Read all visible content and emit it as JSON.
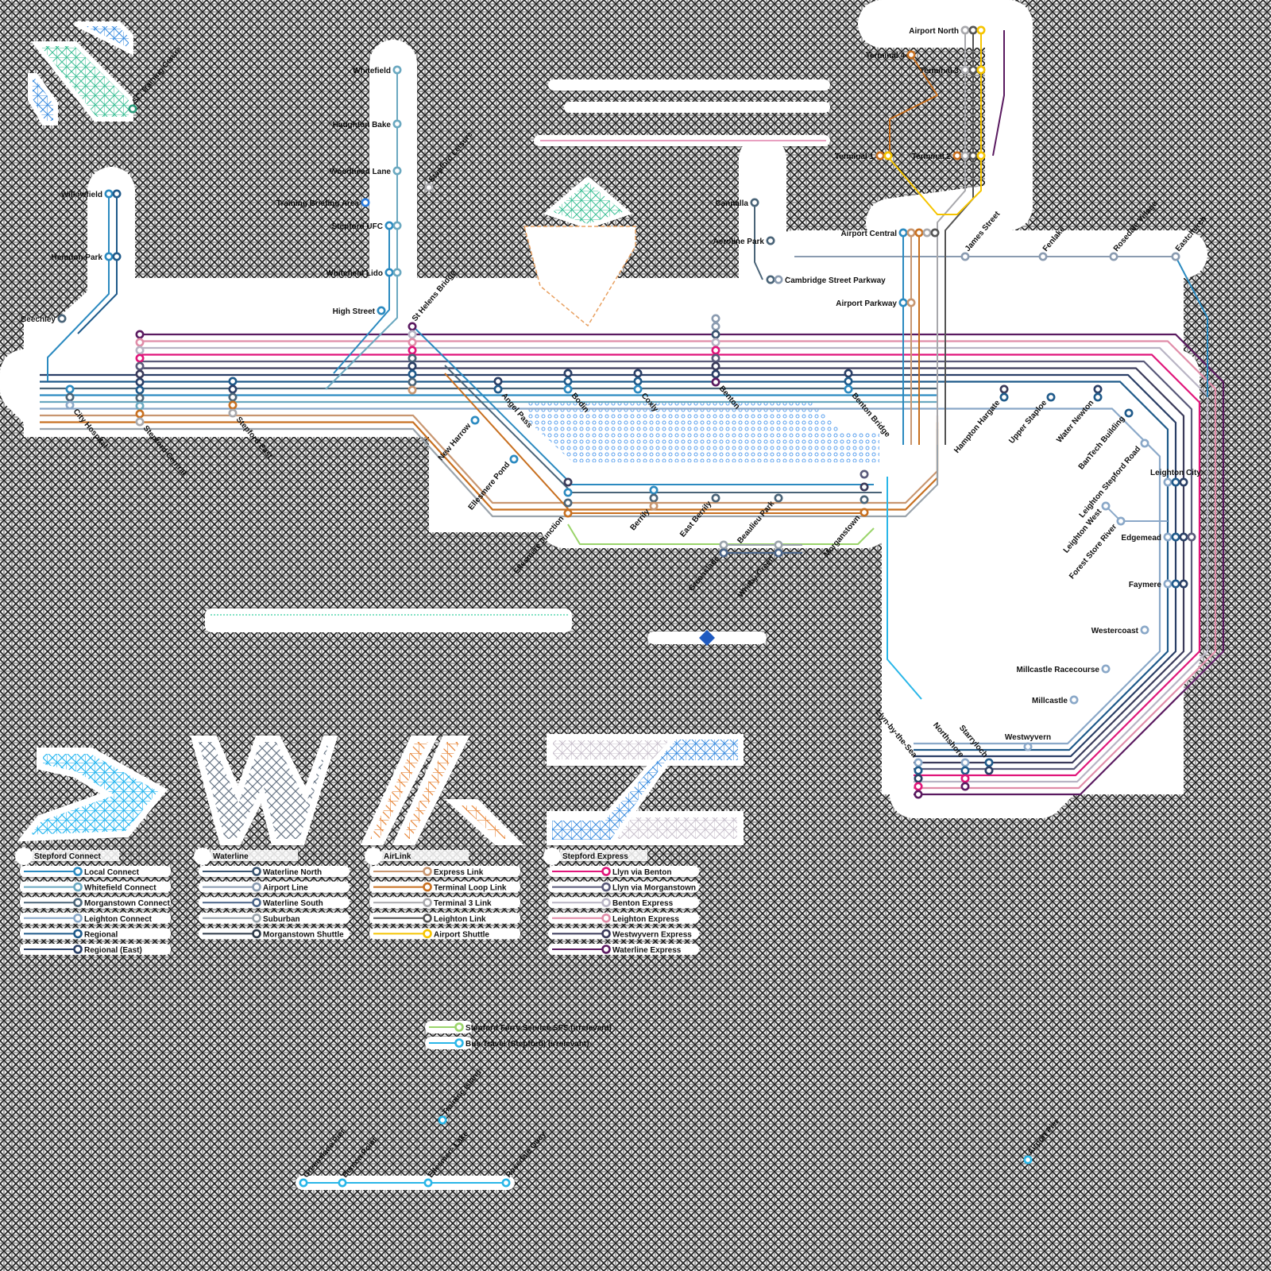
{
  "map": {
    "stations": [
      {
        "name": "Whitefield",
        "colors": [
          "#6aa8c0"
        ]
      },
      {
        "name": "Haughton Bake",
        "colors": [
          "#6aa8c0"
        ]
      },
      {
        "name": "Woodhead Lane",
        "colors": [
          "#6aa8c0"
        ]
      },
      {
        "name": "Training Briefing Area",
        "colors": [
          "#2a7de1"
        ]
      },
      {
        "name": "Stepford UFC",
        "colors": [
          "#2b8ac0",
          "#6aa8c0"
        ]
      },
      {
        "name": "Whitefield Lido",
        "colors": [
          "#2b8ac0",
          "#6aa8c0"
        ]
      },
      {
        "name": "High Street",
        "colors": [
          "#2b8ac0"
        ]
      },
      {
        "name": "Willowfield",
        "colors": [
          "#2b8ac0",
          "#1f5a8a"
        ]
      },
      {
        "name": "Hemdon Park",
        "colors": [
          "#2b8ac0",
          "#1f5a8a"
        ]
      },
      {
        "name": "Beechley",
        "colors": [
          "#4a6478"
        ]
      },
      {
        "name": "City Hospital",
        "colors": [
          "#2b8ac0",
          "#4a6478",
          "#8aa8c8"
        ]
      },
      {
        "name": "Stepford Central",
        "colors": [
          "#5a1a60",
          "#e08ca8",
          "#b8b4c4",
          "#e0157a",
          "#5a5a7a",
          "#3a3a5a",
          "#2a3f66",
          "#1f5a8a",
          "#4a6478",
          "#6aa8c0",
          "#c87020",
          "#a8a8ac"
        ]
      },
      {
        "name": "Stepford East",
        "colors": [
          "#1f5a8a",
          "#2a3f66",
          "#4a6478",
          "#c87020",
          "#a8a8ac"
        ]
      },
      {
        "name": "St Helens Bridge",
        "colors": [
          "#5a1a60",
          "#b8b4c4",
          "#e08ca8",
          "#e0157a",
          "#4a6478",
          "#2a3f66",
          "#1f5a8a",
          "#4a6478",
          "#c89670"
        ]
      },
      {
        "name": "Stepford Leisure",
        "colors": [
          "#a8a8ac"
        ]
      },
      {
        "name": "SC Training Centre",
        "colors": [
          "#2a9a7a"
        ]
      },
      {
        "name": "New Harrow",
        "colors": [
          "#2b8ac0"
        ]
      },
      {
        "name": "Angel Pass",
        "colors": [
          "#2a3f66",
          "#1f5a8a"
        ]
      },
      {
        "name": "Bodin",
        "colors": [
          "#2a3f66",
          "#1f5a8a",
          "#2b8ac0"
        ]
      },
      {
        "name": "Coxly",
        "colors": [
          "#2a3f66",
          "#1f5a8a",
          "#2b8ac0"
        ]
      },
      {
        "name": "Benton",
        "colors": [
          "#8a9bb0",
          "#8a9bb0",
          "#3a5470",
          "#b8b4c4",
          "#e0157a",
          "#5a5a7a",
          "#3a3a5a",
          "#2a3f66",
          "#5a1a60"
        ]
      },
      {
        "name": "Benton Bridge",
        "colors": [
          "#2a3f66",
          "#1f5a8a",
          "#2b8ac0"
        ]
      },
      {
        "name": "Ellesmere Pond",
        "colors": [
          "#2b8ac0"
        ]
      },
      {
        "name": "Ellesmere Junction",
        "colors": [
          "#3a3a5a",
          "#2b8ac0",
          "#4a6478",
          "#c87020"
        ]
      },
      {
        "name": "Berrily",
        "colors": [
          "#2b8ac0",
          "#4a6478",
          "#c89670"
        ]
      },
      {
        "name": "East Berrily",
        "colors": [
          "#4a6478"
        ]
      },
      {
        "name": "Beaulieu Park",
        "colors": [
          "#4a6478"
        ]
      },
      {
        "name": "Morganstown",
        "colors": [
          "#5a5a7a",
          "#3a3a5a",
          "#4a6478",
          "#c87020"
        ]
      },
      {
        "name": "Greenslade",
        "colors": [
          "#9aa3ab",
          "#4a6488"
        ]
      },
      {
        "name": "Whitby Green",
        "colors": [
          "#9aa3ab",
          "#4a6488"
        ]
      },
      {
        "name": "Cannalla",
        "colors": [
          "#4a6478"
        ]
      },
      {
        "name": "Aeroline Park",
        "colors": [
          "#4a6478"
        ]
      },
      {
        "name": "Cambridge Street Parkway",
        "colors": [
          "#4a6478",
          "#8a9bb0"
        ]
      },
      {
        "name": "Airport Central",
        "colors": [
          "#2b8ac0",
          "#c89670",
          "#c87020",
          "#a8a8ac",
          "#555555"
        ]
      },
      {
        "name": "Airport Parkway",
        "colors": [
          "#2b8ac0",
          "#c89670"
        ]
      },
      {
        "name": "Airport North",
        "colors": [
          "#a8a8ac",
          "#555555",
          "#f5c400"
        ]
      },
      {
        "name": "Terminal 4",
        "colors": [
          "#c87020"
        ]
      },
      {
        "name": "Terminal 3",
        "colors": [
          "#a8a8ac",
          "#555555",
          "#f5c400"
        ]
      },
      {
        "name": "Terminal 1",
        "colors": [
          "#c87020",
          "#f5c400"
        ]
      },
      {
        "name": "Terminal 2",
        "colors": [
          "#c87020",
          "#a8a8ac",
          "#555555",
          "#f5c400"
        ]
      },
      {
        "name": "James Street",
        "colors": [
          "#8a9bb0"
        ]
      },
      {
        "name": "Fenlake",
        "colors": [
          "#8a9bb0"
        ]
      },
      {
        "name": "Rosedale Village",
        "colors": [
          "#8a9bb0"
        ]
      },
      {
        "name": "Eastchurch",
        "colors": [
          "#8a9bb0"
        ]
      },
      {
        "name": "Hampton Hargate",
        "colors": [
          "#3a3a5a",
          "#1f5a8a"
        ]
      },
      {
        "name": "Upper Staploe",
        "colors": [
          "#1f5a8a"
        ]
      },
      {
        "name": "Water Newton",
        "colors": [
          "#2a3f66",
          "#1f5a8a"
        ]
      },
      {
        "name": "BanTech Building",
        "colors": [
          "#1f5a8a"
        ]
      },
      {
        "name": "Leighton Stepford Road",
        "colors": [
          "#8aa8c8"
        ]
      },
      {
        "name": "Leighton City",
        "colors": [
          "#8aa8c8",
          "#1f5a8a",
          "#2a3f66"
        ]
      },
      {
        "name": "Leighton West",
        "colors": [
          "#8aa8c8"
        ]
      },
      {
        "name": "Forest Store River",
        "colors": [
          "#8aa8c8"
        ]
      },
      {
        "name": "Edgemead",
        "colors": [
          "#8aa8c8",
          "#1f5a8a",
          "#2a3f66",
          "#5a5a7a"
        ]
      },
      {
        "name": "Faymere",
        "colors": [
          "#8aa8c8",
          "#1f5a8a",
          "#2a3f66"
        ]
      },
      {
        "name": "Westercoast",
        "colors": [
          "#8aa8c8"
        ]
      },
      {
        "name": "Millcastle Racecourse",
        "colors": [
          "#8aa8c8"
        ]
      },
      {
        "name": "Millcastle",
        "colors": [
          "#8aa8c8"
        ]
      },
      {
        "name": "Westwyvern",
        "colors": [
          "#8aa8c8"
        ]
      },
      {
        "name": "Starryloch",
        "colors": [
          "#1f5a8a",
          "#2a3f66"
        ]
      },
      {
        "name": "Northshore",
        "colors": [
          "#8aa8c8",
          "#1f5a8a",
          "#e0157a",
          "#5a1a60"
        ]
      },
      {
        "name": "Llyn-by-the-Sea",
        "colors": [
          "#8aa8c8",
          "#1f5a8a",
          "#2a3f66",
          "#e0157a",
          "#5a1a60"
        ]
      },
      {
        "name": "Greenslade Pier",
        "colors": [
          "#29b6e8"
        ]
      },
      {
        "name": "Benton Point",
        "colors": [
          "#29b6e8"
        ]
      },
      {
        "name": "Ellesmere Lake",
        "colors": [
          "#29b6e8"
        ]
      },
      {
        "name": "Rosedale Quay",
        "colors": [
          "#29b6e8"
        ]
      },
      {
        "name": "Training Island",
        "colors": [
          "#29b6e8"
        ]
      },
      {
        "name": "Airport Pier",
        "colors": [
          "#29b6e8"
        ]
      }
    ]
  },
  "legend": [
    {
      "title": "Stepford Connect",
      "items": [
        {
          "label": "Local Connect",
          "color": "#2b8ac0"
        },
        {
          "label": "Whitefield Connect",
          "color": "#6aa8c0"
        },
        {
          "label": "Morganstown Connect",
          "color": "#4a6478"
        },
        {
          "label": "Leighton Connect",
          "color": "#8aa8c8"
        },
        {
          "label": "Regional",
          "color": "#1f5a8a"
        },
        {
          "label": "Regional (East)",
          "color": "#2a3f66"
        }
      ]
    },
    {
      "title": "Waterline",
      "items": [
        {
          "label": "Waterline North",
          "color": "#3a5470"
        },
        {
          "label": "Airport Line",
          "color": "#8a9bb0"
        },
        {
          "label": "Waterline South",
          "color": "#4a6488"
        },
        {
          "label": "Suburban",
          "color": "#9aa3ab"
        },
        {
          "label": "Morganstown Shuttle",
          "color": "#2e3a48"
        }
      ]
    },
    {
      "title": "AirLink",
      "items": [
        {
          "label": "Express Link",
          "color": "#c89670"
        },
        {
          "label": "Terminal Loop Link",
          "color": "#c87020"
        },
        {
          "label": "Terminal 3 Link",
          "color": "#a8a8ac"
        },
        {
          "label": "Leighton Link",
          "color": "#555555"
        },
        {
          "label": "Airport Shuttle",
          "color": "#f5c400"
        }
      ]
    },
    {
      "title": "Stepford Express",
      "items": [
        {
          "label": "Llyn via Benton",
          "color": "#e0157a"
        },
        {
          "label": "Llyn via Morganstown",
          "color": "#5a5a7a"
        },
        {
          "label": "Benton Express",
          "color": "#b8b4c4"
        },
        {
          "label": "Leighton Express",
          "color": "#e08ca8"
        },
        {
          "label": "Westwyvern Express",
          "color": "#3a3a5a"
        },
        {
          "label": "Waterline Express",
          "color": "#5a1a60"
        }
      ]
    }
  ],
  "other_services": [
    {
      "label": "Stepford Ferry Service SFS (irrelevant)",
      "color": "#9ad46a"
    },
    {
      "label": "Bus Travel (Stepford) (irrelevant)",
      "color": "#29b6e8"
    }
  ]
}
